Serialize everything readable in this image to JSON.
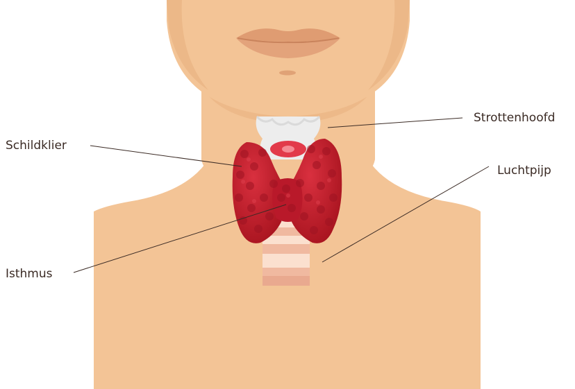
{
  "labels": {
    "schildklier": "Schildklier",
    "strottenhoofd": "Strottenhoofd",
    "luchtpijp": "Luchtpijp",
    "isthmus": "Isthmus"
  },
  "colors": {
    "skin": "#F3C496",
    "skin_shadow": "#E8B07F",
    "lips": "#DF9C72",
    "lip_line": "#C9835C",
    "cartilage": "#EDEDED",
    "thyroid": "#C41E2E",
    "thyroid_dark": "#8F1020",
    "trachea": "#F0B9A0",
    "trachea_band": "#FBE0CF",
    "leader": "#3a2a24"
  }
}
